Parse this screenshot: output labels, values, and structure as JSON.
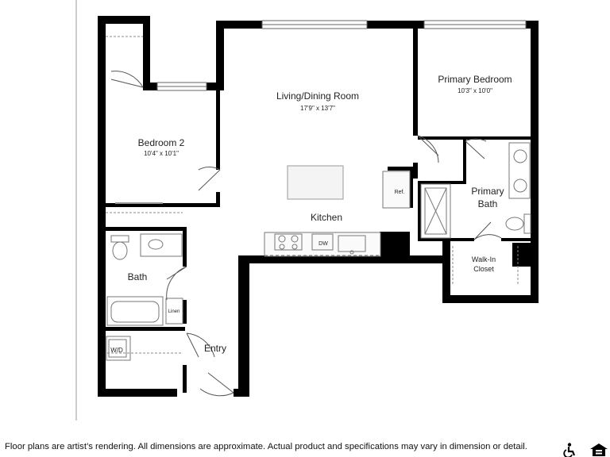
{
  "rooms": {
    "living": {
      "name": "Living/Dining Room",
      "dims": "17'9\" x 13'7\""
    },
    "primary_bedroom": {
      "name": "Primary Bedroom",
      "dims": "10'3\" x 10'0\""
    },
    "bedroom2": {
      "name": "Bedroom 2",
      "dims": "10'4\" x 10'1\""
    },
    "kitchen": {
      "name": "Kitchen"
    },
    "primary_bath": {
      "line1": "Primary",
      "line2": "Bath"
    },
    "walk_in": {
      "line1": "Walk-In",
      "line2": "Closet"
    },
    "bath": {
      "name": "Bath"
    },
    "entry": {
      "name": "Entry"
    },
    "linen": {
      "name": "Linen"
    },
    "washer_dryer": {
      "name": "W/D"
    },
    "fridge": {
      "name": "Ref."
    },
    "dishwasher": {
      "name": "DW"
    }
  },
  "disclaimer": "Floor plans are artist’s rendering. All dimensions are approximate. Actual product and specifications may vary in dimension or detail.",
  "logos": [
    "accessibility-icon",
    "equal-housing-icon"
  ],
  "colors": {
    "wall": "#000000",
    "fixture": "#777777",
    "island": "#f4f4f4"
  }
}
